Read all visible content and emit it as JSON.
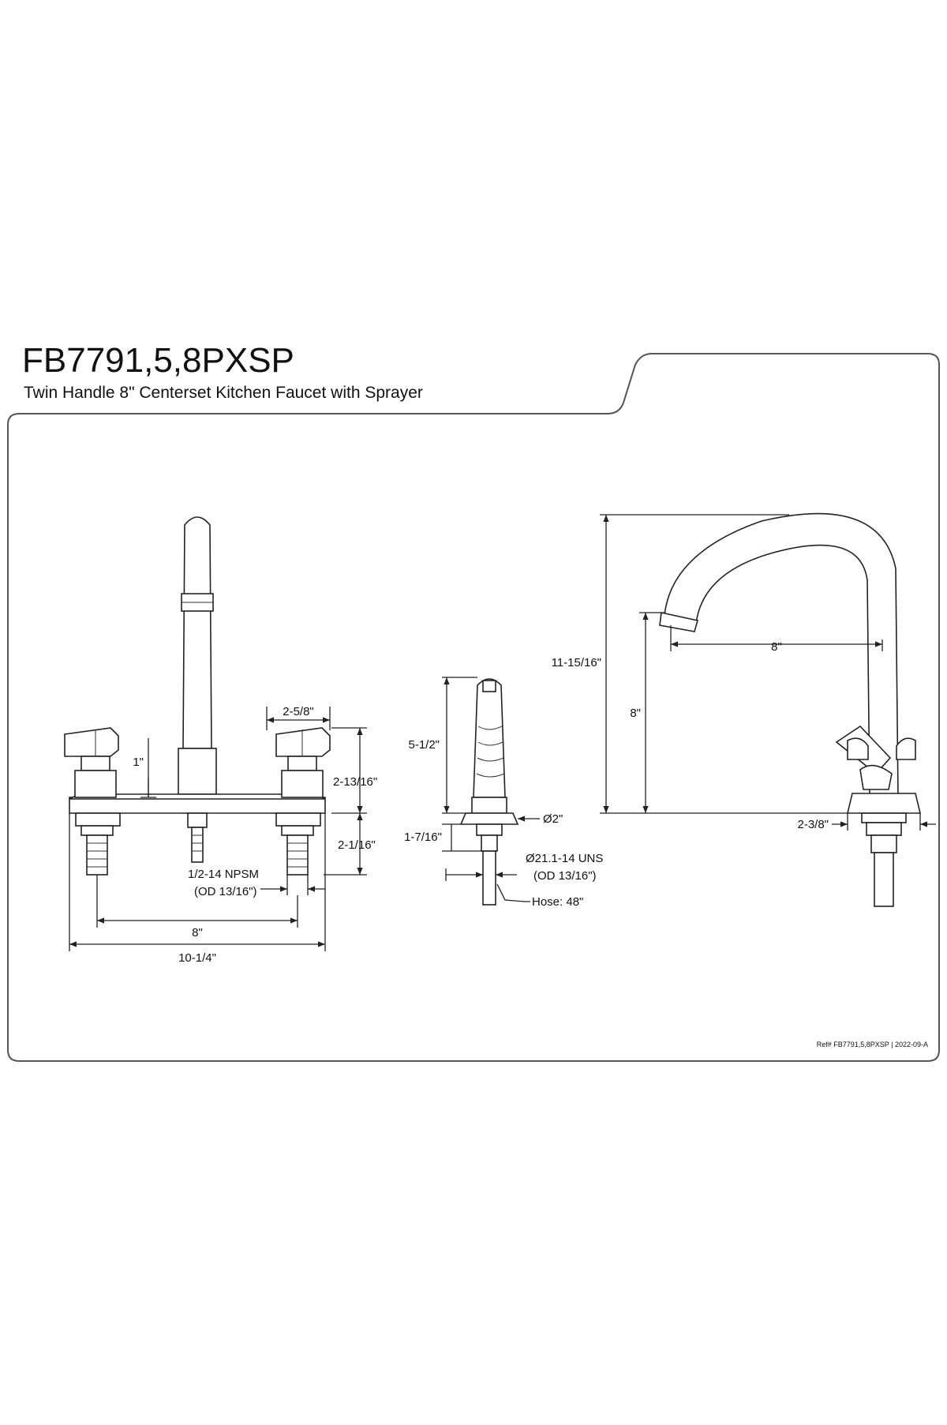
{
  "title": "FB7791,5,8PXSP",
  "subtitle": "Twin Handle 8\" Centerset Kitchen Faucet with Sprayer",
  "front_view": {
    "handle_spacing": "2-5/8\"",
    "handle_height": "1\"",
    "deck_height": "2-13/16\"",
    "shank_height": "2-1/16\"",
    "connection": "1/2-14 NPSM",
    "connection_od": "(OD 13/16\")",
    "centers": "8\"",
    "overall_width": "10-1/4\""
  },
  "sprayer_view": {
    "height": "5-1/2\"",
    "diameter": "Ø2\"",
    "base": "1-7/16\"",
    "thread": "Ø21.1-14 UNS",
    "thread_od": "(OD 13/16\")",
    "hose": "Hose: 48\""
  },
  "side_view": {
    "overall_height": "11-15/16\"",
    "reach": "8\"",
    "spout_height": "8\"",
    "base_depth": "2-3/8\""
  },
  "footer": "Ref# FB7791,5,8PXSP | 2022-09-A"
}
